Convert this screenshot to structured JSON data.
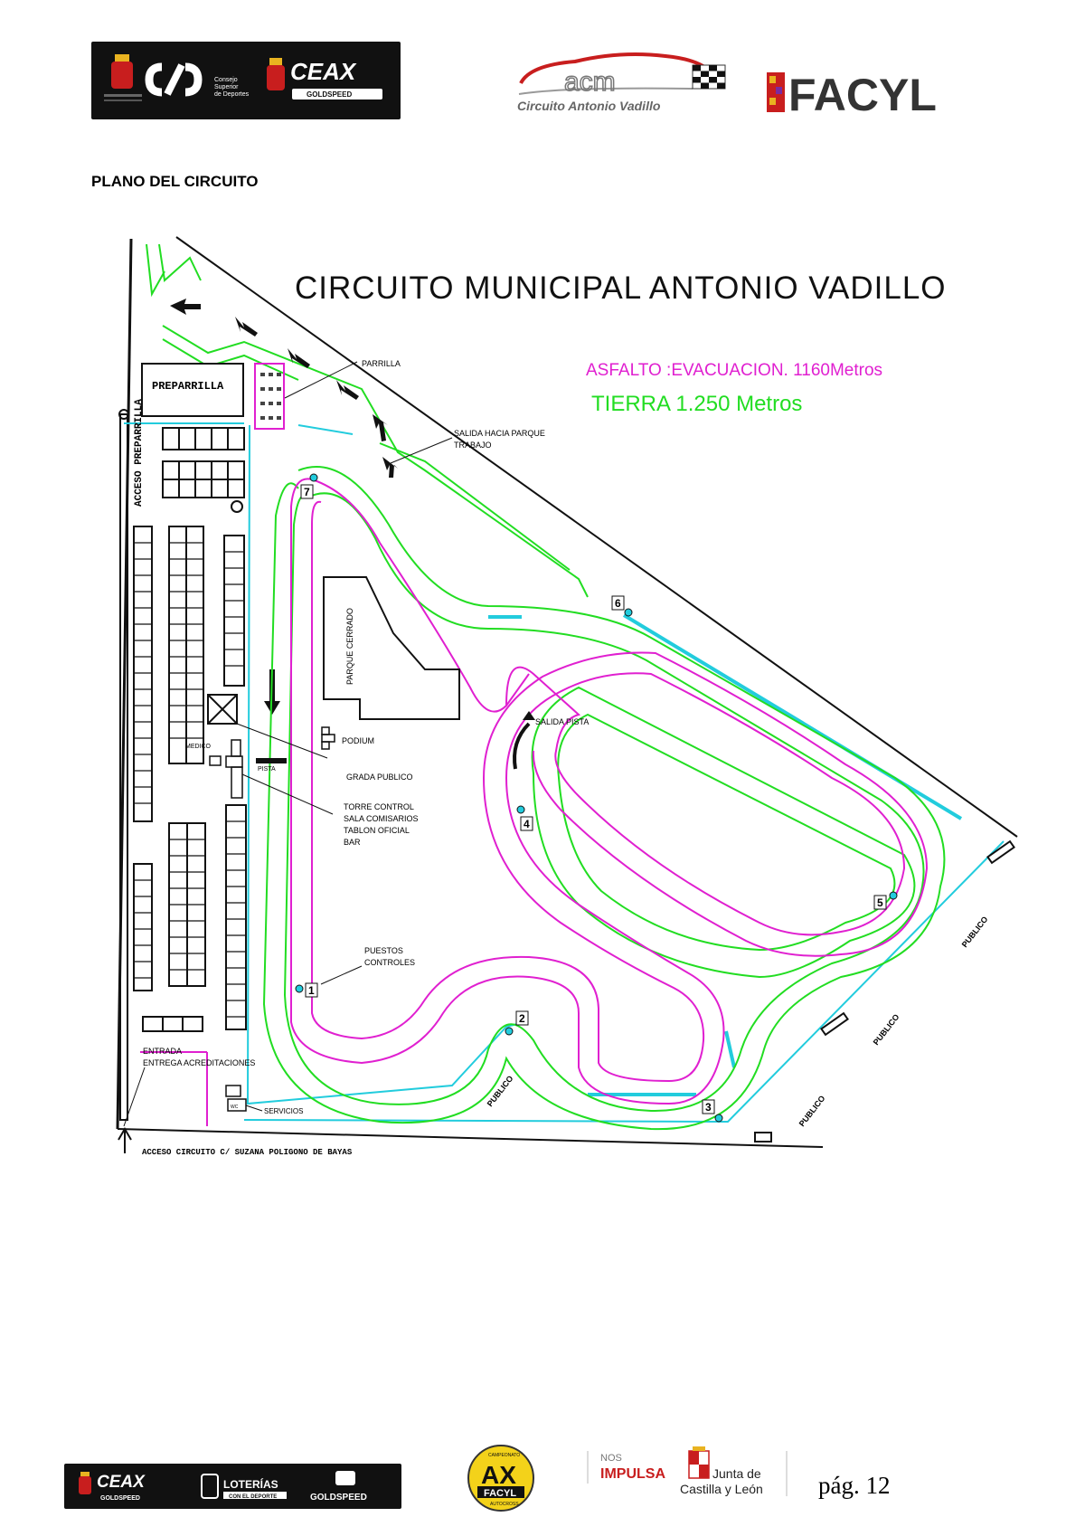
{
  "header": {
    "logos_left": {
      "csd_label": "CSD",
      "csd_caption": [
        "Consejo",
        "Superior",
        "de Deportes"
      ],
      "ceax_label": "CEAX",
      "goldspeed_label": "GOLDSPEED"
    },
    "logos_right": {
      "acm_label": "acm",
      "acm_caption": "Circuito Antonio Vadillo",
      "facyl_label": "FACYL"
    }
  },
  "section_title": "PLANO DEL CIRCUITO",
  "map": {
    "title": "CIRCUITO MUNICIPAL ANTONIO VADILLO",
    "asphalt_label": "ASFALTO :EVACUACION. 1160Metros",
    "dirt_label": "TIERRA 1.250 Metros",
    "colors": {
      "asphalt": "#e020d0",
      "dirt": "#22dd22",
      "evac": "#22ccdd"
    },
    "labels": {
      "preparrilla": "PREPARRILLA",
      "acceso_preparrilla": "ACCESO PREPARRILLA",
      "parrilla": "PARRILLA",
      "salida_parque": [
        "SALIDA HACIA PARQUE",
        "TRABAJO"
      ],
      "parque_cerrado": "PARQUE CERRADO",
      "podium": "PODIUM",
      "medico": "MEDICO",
      "pista": "PISTA",
      "grada_publico": "GRADA PUBLICO",
      "torre_control": [
        "TORRE CONTROL",
        "SALA COMISARIOS",
        "TABLON OFICIAL",
        "BAR"
      ],
      "salida_pista": "SALIDA PISTA",
      "puestos_controles": [
        "PUESTOS",
        "CONTROLES"
      ],
      "entrada": [
        "ENTRADA",
        "ENTREGA ACREDITACIONES"
      ],
      "servicios": "SERVICIOS",
      "wc": "WC",
      "publico": "PUBLICO",
      "acceso_circuito": "ACCESO CIRCUITO C/ SUZANA POLIGONO DE BAYAS",
      "control_posts": [
        "1",
        "2",
        "3",
        "4",
        "5",
        "6",
        "7"
      ]
    }
  },
  "footer": {
    "ceax_label": "CEAX",
    "goldspeed_label": "GOLDSPEED",
    "loterias_label": "LOTERÍAS",
    "loterias_sub": "CON EL DEPORTE",
    "ax_label": "AX",
    "ax_sub": "FACYL",
    "ax_top": "CAMPEONATO",
    "ax_bottom": "AUTOCROSS",
    "nos_label": "NOS",
    "impulsa_label": "IMPULSA",
    "junta_label": [
      "Junta de",
      "Castilla y León"
    ]
  },
  "page_number": "pág. 12"
}
